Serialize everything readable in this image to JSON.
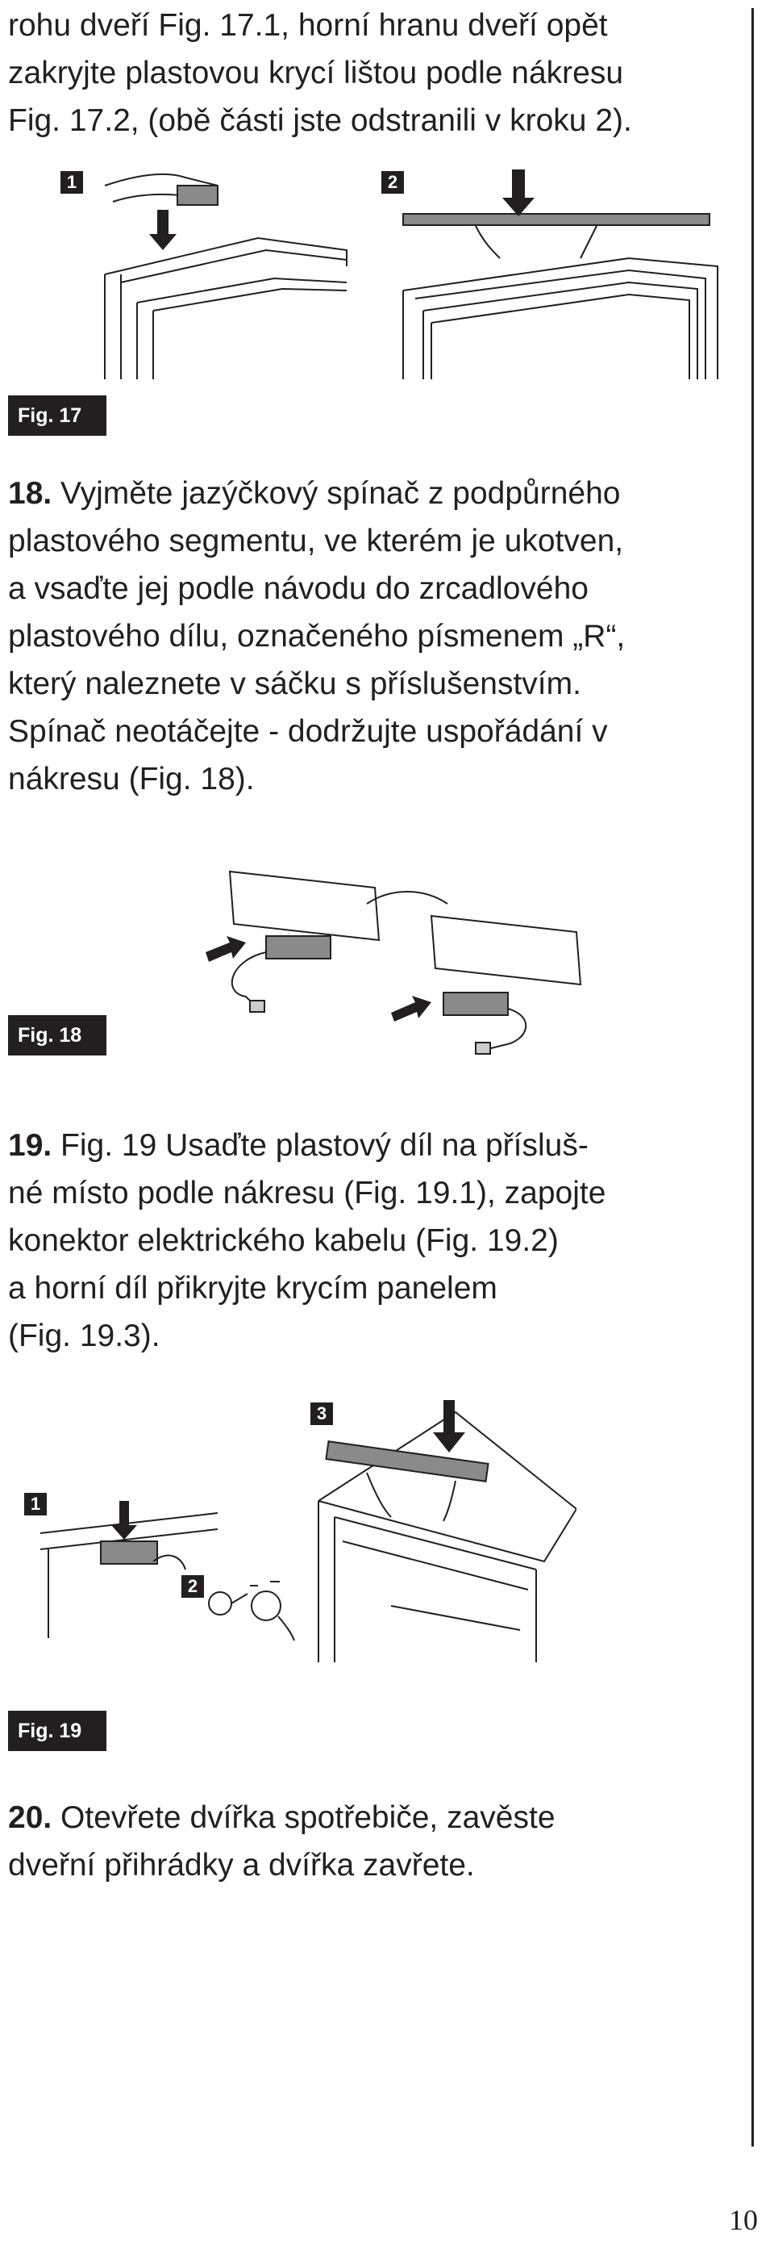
{
  "intro": {
    "lines": [
      "rohu dveří Fig. 17.1, horní hranu dveří opět",
      "zakryjte plastovou krycí lištou podle nákresu",
      "Fig. 17.2, (obě části jste odstranili v kroku 2)."
    ]
  },
  "fig17": {
    "label": "Fig. 17",
    "step1": "1",
    "step2": "2"
  },
  "step18": {
    "number": "18.",
    "lines": [
      " Vyjměte jazýčkový spínač z podpůrného",
      "plastového segmentu, ve kterém je ukotven,",
      "a vsaďte jej podle návodu do zrcadlového",
      "plastového dílu, označeného písmenem „R“,",
      "který naleznete v sáčku s příslušenstvím.",
      "Spínač neotáčejte - dodržujte uspořádání v",
      "nákresu (Fig. 18)."
    ]
  },
  "fig18": {
    "label": "Fig. 18"
  },
  "step19": {
    "number": "19.",
    "lines": [
      " Fig. 19 Usaďte plastový díl na přísluš-",
      "né místo podle nákresu (Fig. 19.1), zapojte",
      "konektor elektrického kabelu (Fig. 19.2)",
      "a horní díl přikryjte krycím panelem",
      "(Fig. 19.3)."
    ]
  },
  "fig19": {
    "label": "Fig. 19",
    "step1": "1",
    "step2": "2",
    "step3": "3"
  },
  "step20": {
    "number": "20.",
    "lines": [
      " Otevřete dvířka spotřebiče, zavěste",
      "dveřní přihrádky a dvířka zavřete."
    ]
  },
  "page_number": "10"
}
